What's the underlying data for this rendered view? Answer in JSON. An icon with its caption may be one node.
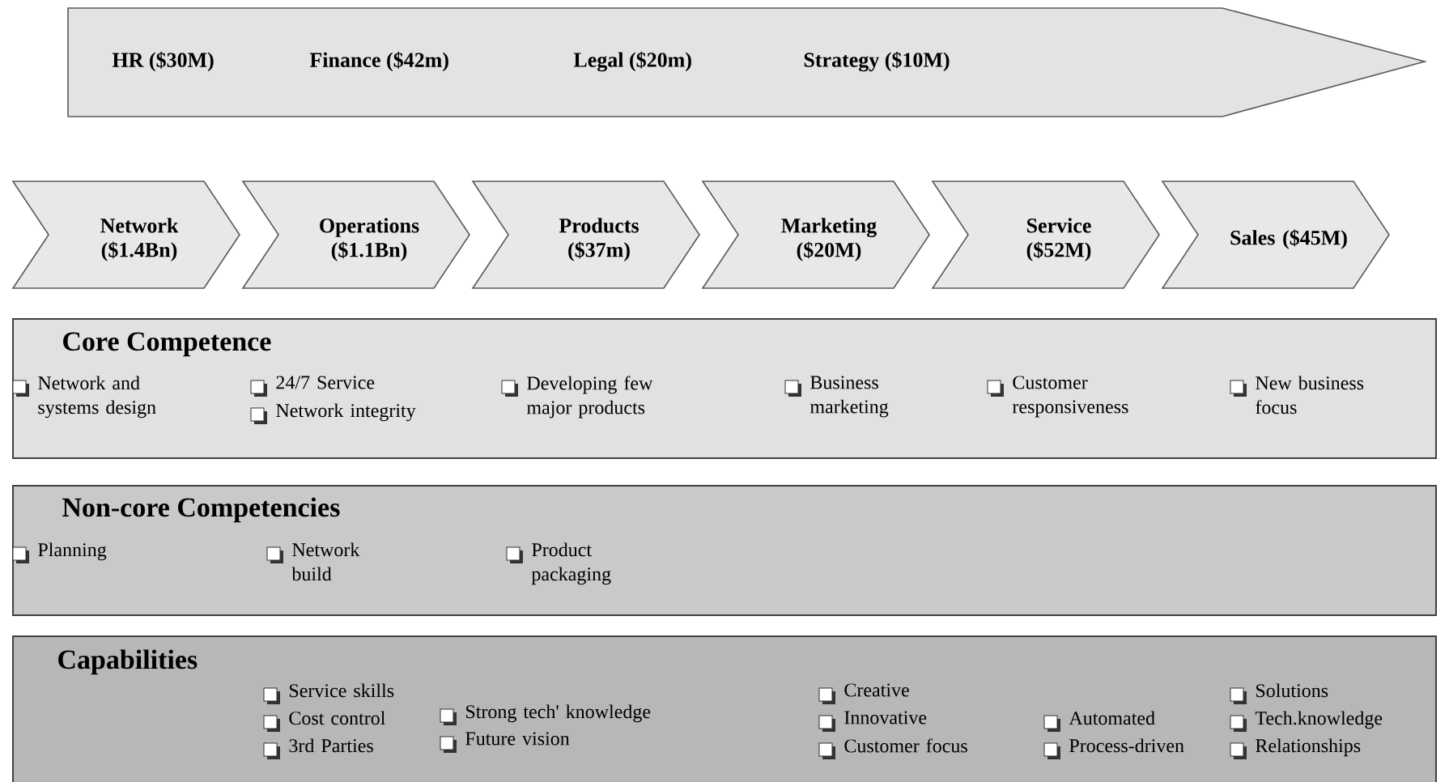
{
  "diagram": {
    "nodes": [
      {
        "text": [
          "HR ($30M)",
          "Finance ($42m)",
          "Legal ($20m)",
          "Strategy ($10M)"
        ]
      },
      {
        "text": [
          "Network ($1.4Bn)"
        ]
      },
      {
        "text": [
          "Operations ($1.1Bn)"
        ]
      },
      {
        "text": [
          "Products ($37m)"
        ]
      },
      {
        "text": [
          "Marketing ($20M)"
        ]
      },
      {
        "text": [
          "Service ($52M)"
        ]
      },
      {
        "text": [
          "Sales ($45M)"
        ]
      },
      {
        "text": [
          "Core Competence",
          "Network and systems design",
          "24/7 Service",
          "Network integrity",
          "Developing few major products",
          "Business marketing",
          "Customer responsiveness",
          "New business focus"
        ]
      },
      {
        "text": [
          "Non-core Competencies",
          "Planning",
          "Network build",
          "Product packaging"
        ]
      },
      {
        "text": [
          "Capabilities",
          "Service skills",
          "Cost control",
          "3rd Parties",
          "Strong tech' knowledge",
          "Future vision",
          "Creative",
          "Innovative",
          "Customer focus",
          "Automated",
          "Process-driven",
          "Solutions",
          "Tech.knowledge",
          "Relationships"
        ]
      }
    ]
  }
}
